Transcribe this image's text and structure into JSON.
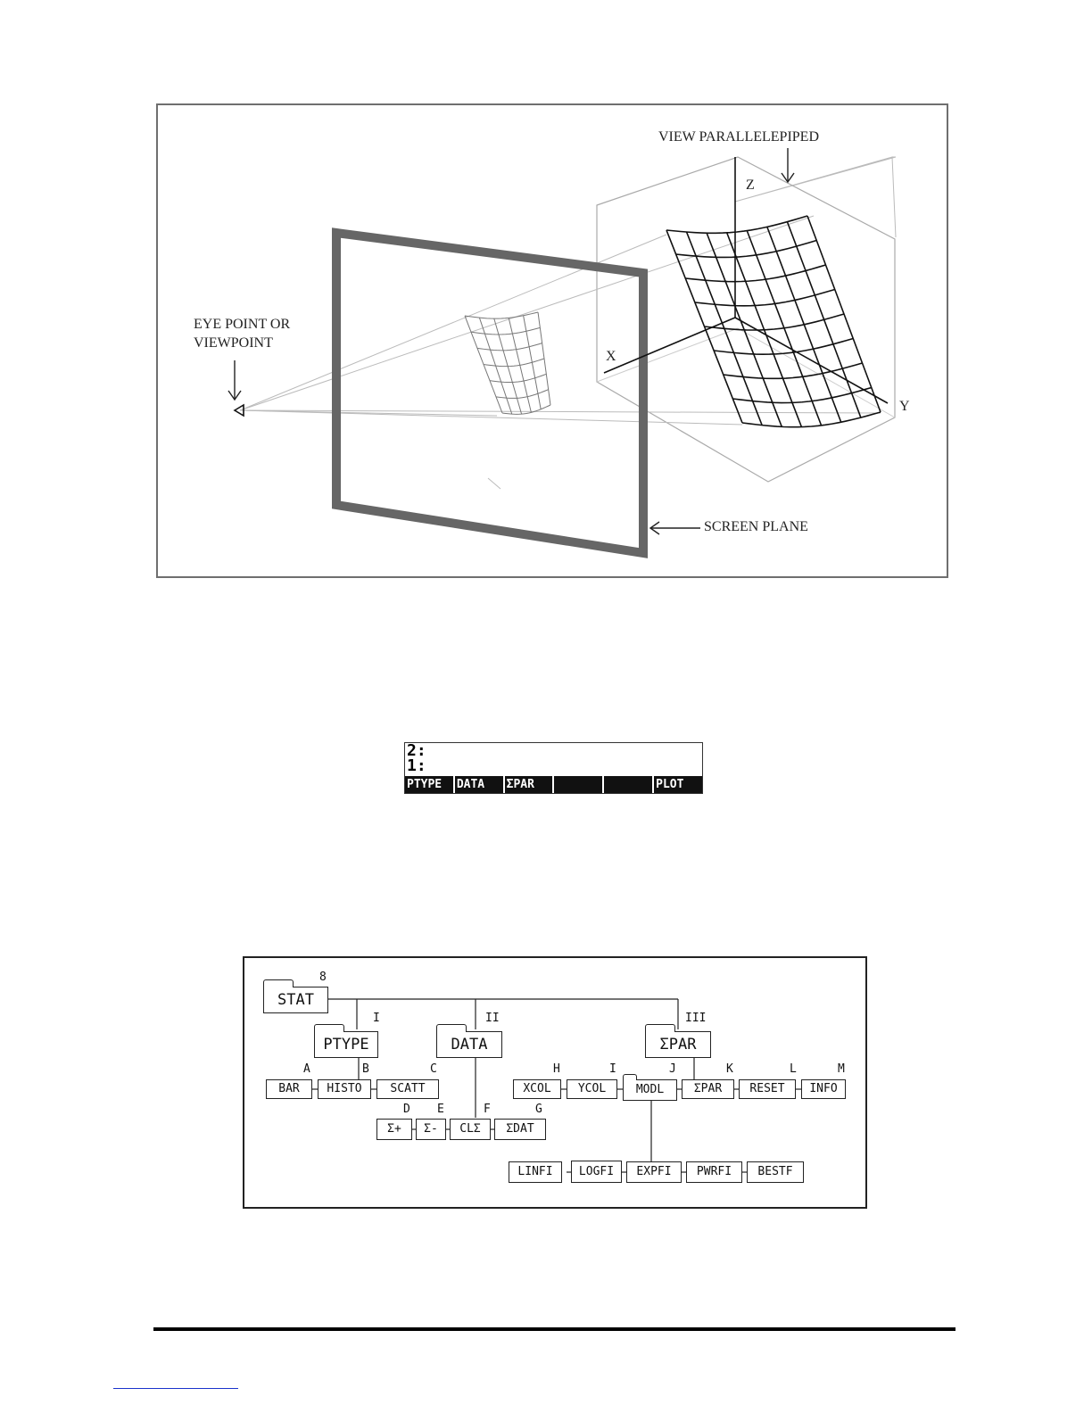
{
  "figure1": {
    "labels": {
      "view_parallelepiped": "VIEW PARALLELEPIPED",
      "z": "Z",
      "x": "X",
      "y": "Y",
      "eye_point_line1": "EYE POINT OR",
      "eye_point_line2": "VIEWPOINT",
      "screen_plane": "SCREEN PLANE"
    }
  },
  "calculator_screen": {
    "line2": "2:",
    "line1": "1:",
    "softkeys": [
      "PTYPE",
      "DATA",
      "ΣPAR",
      "",
      "",
      "PLOT"
    ]
  },
  "menu_tree": {
    "root": {
      "label": "STAT",
      "number": "8"
    },
    "level1": [
      {
        "label": "PTYPE",
        "roman": "I"
      },
      {
        "label": "DATA",
        "roman": "II"
      },
      {
        "label": "ΣPAR",
        "roman": "III"
      }
    ],
    "ptype_items": [
      {
        "label": "BAR",
        "letter": "A"
      },
      {
        "label": "HISTO",
        "letter": "B"
      },
      {
        "label": "SCATT",
        "letter": "C"
      }
    ],
    "data_items": [
      {
        "label": "Σ+",
        "letter": "D"
      },
      {
        "label": "Σ-",
        "letter": "E"
      },
      {
        "label": "CLΣ",
        "letter": "F"
      },
      {
        "label": "ΣDAT",
        "letter": "G"
      }
    ],
    "spar_items": [
      {
        "label": "XCOL",
        "letter": "H"
      },
      {
        "label": "YCOL",
        "letter": "I"
      },
      {
        "label": "MODL",
        "letter": "J"
      },
      {
        "label": "ΣPAR",
        "letter": "K"
      },
      {
        "label": "RESET",
        "letter": "L"
      },
      {
        "label": "INFO",
        "letter": "M"
      }
    ],
    "modl_items": [
      {
        "label": "LINFI"
      },
      {
        "label": "LOGFI"
      },
      {
        "label": "EXPFI"
      },
      {
        "label": "PWRFI"
      },
      {
        "label": "BESTF"
      }
    ]
  }
}
